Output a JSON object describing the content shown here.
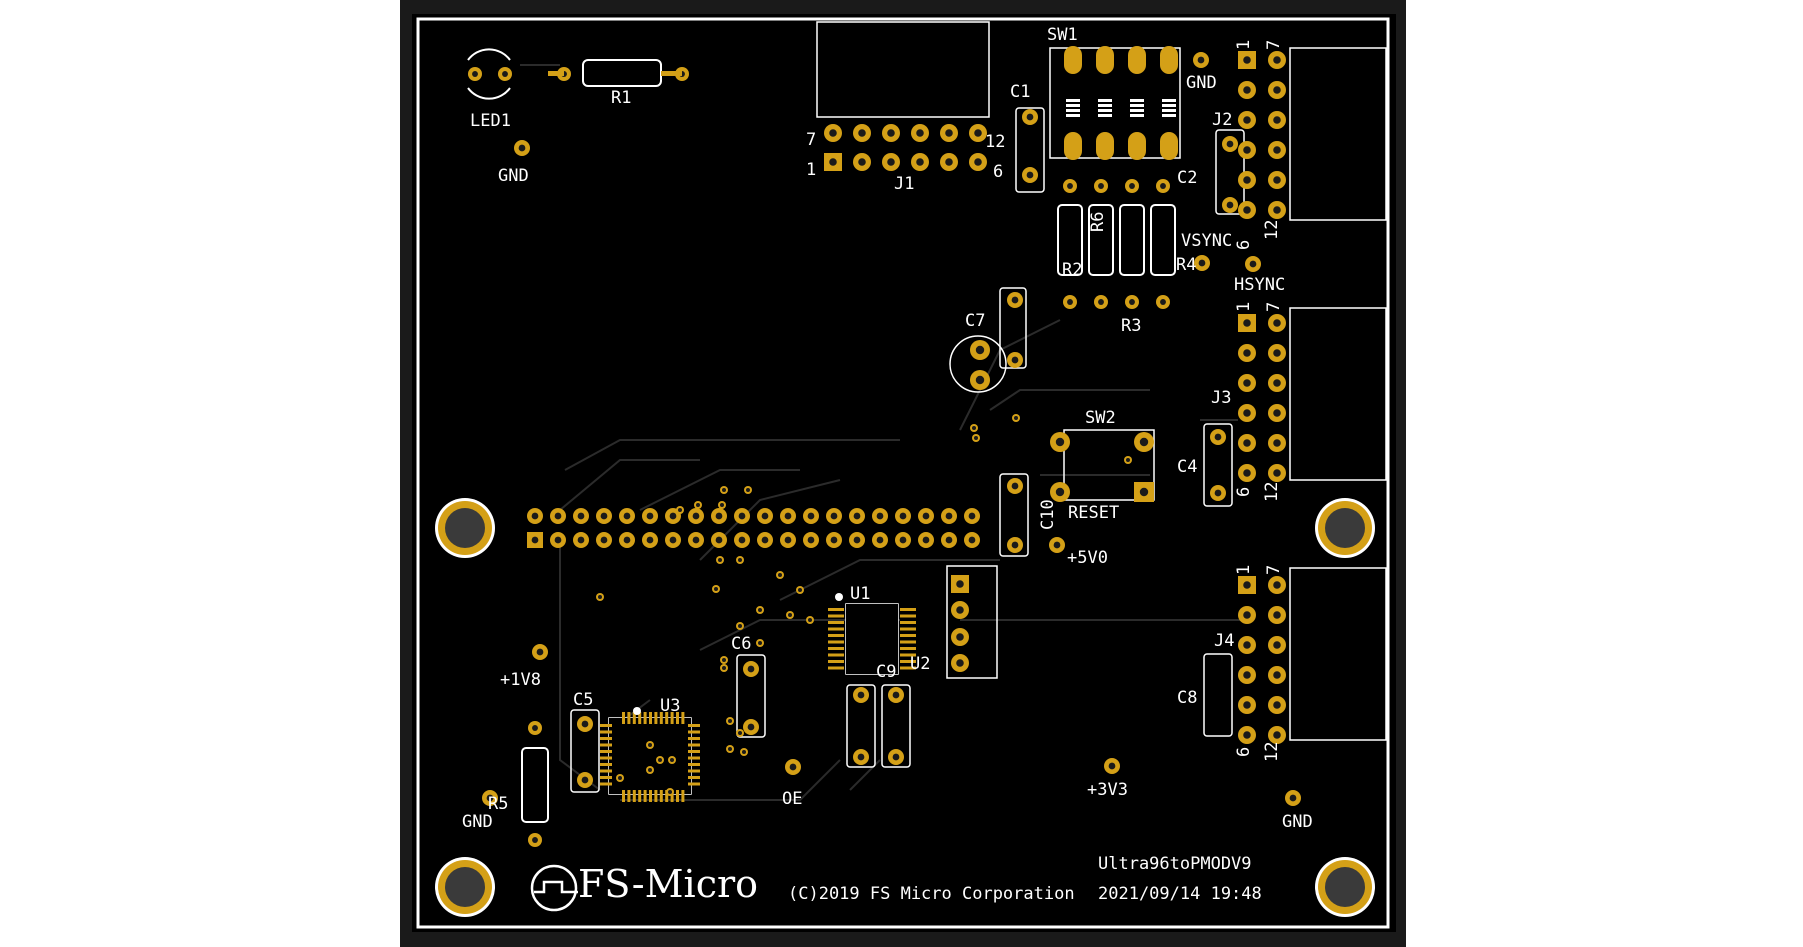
{
  "board": {
    "name": "Ultra96toPMODV9",
    "copyright": "(C)2019 FS Micro Corporation",
    "timestamp": "2021/09/14 19:48",
    "logo_text": "FS-Micro"
  },
  "labels": {
    "led1": "LED1",
    "r1": "R1",
    "gnd_top_left": "GND",
    "j1": "J1",
    "j1_pin7": "7",
    "j1_pin1": "1",
    "j1_pin12": "12",
    "j1_pin6": "6",
    "c1": "C1",
    "sw1": "SW1",
    "gnd_top_right": "GND",
    "j2": "J2",
    "c2": "C2",
    "r6": "R6",
    "r2": "R2",
    "r3": "R3",
    "r4": "R4",
    "vsync": "VSYNC",
    "hsync": "HSYNC",
    "c7": "C7",
    "j3": "J3",
    "sw2": "SW2",
    "c4": "C4",
    "reset": "RESET",
    "c10": "C10",
    "plus5v0": "+5V0",
    "u1": "U1",
    "u2": "U2",
    "c9": "C9",
    "c6": "C6",
    "j4": "J4",
    "c8": "C8",
    "plus1v8": "+1V8",
    "c5": "C5",
    "u3": "U3",
    "r5": "R5",
    "gnd_bottom_left": "GND",
    "oe": "OE",
    "plus3v3": "+3V3",
    "gnd_bottom_right": "GND",
    "header_1": "1",
    "header_7": "7",
    "header_6": "6",
    "header_12": "12"
  },
  "colors": {
    "frame": "#1a1a1a",
    "board": "#000000",
    "outline": "#ffffff",
    "silk": "#ffffff",
    "copper": "#d4a017",
    "pad_hole": "#1a1a1a",
    "trace": "#2b2b2b",
    "mount_hole": "#3a3a3a"
  }
}
